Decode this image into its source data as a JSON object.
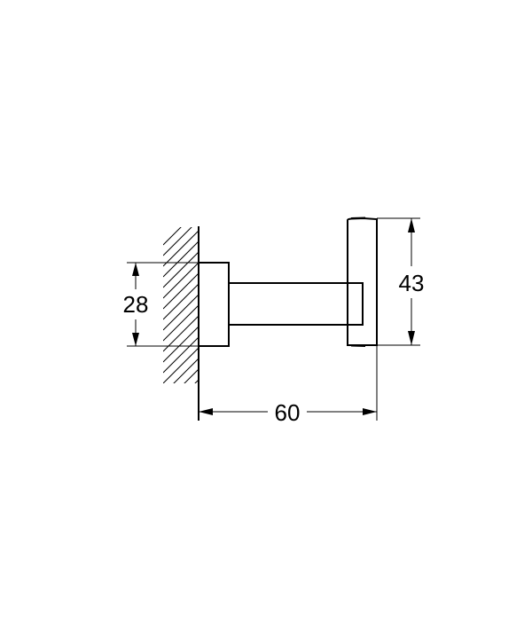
{
  "drawing": {
    "title": "Wall hook technical dimension drawing",
    "units": "mm",
    "line_color": "#000000",
    "background": "#ffffff",
    "dimensions": {
      "mount_height": {
        "label": "28",
        "value": 28
      },
      "hook_height": {
        "label": "43",
        "value": 43
      },
      "projection": {
        "label": "60",
        "value": 60
      }
    },
    "parts": [
      "wall-hatching",
      "wall-rosette",
      "hook-arm",
      "hook-cap"
    ]
  }
}
